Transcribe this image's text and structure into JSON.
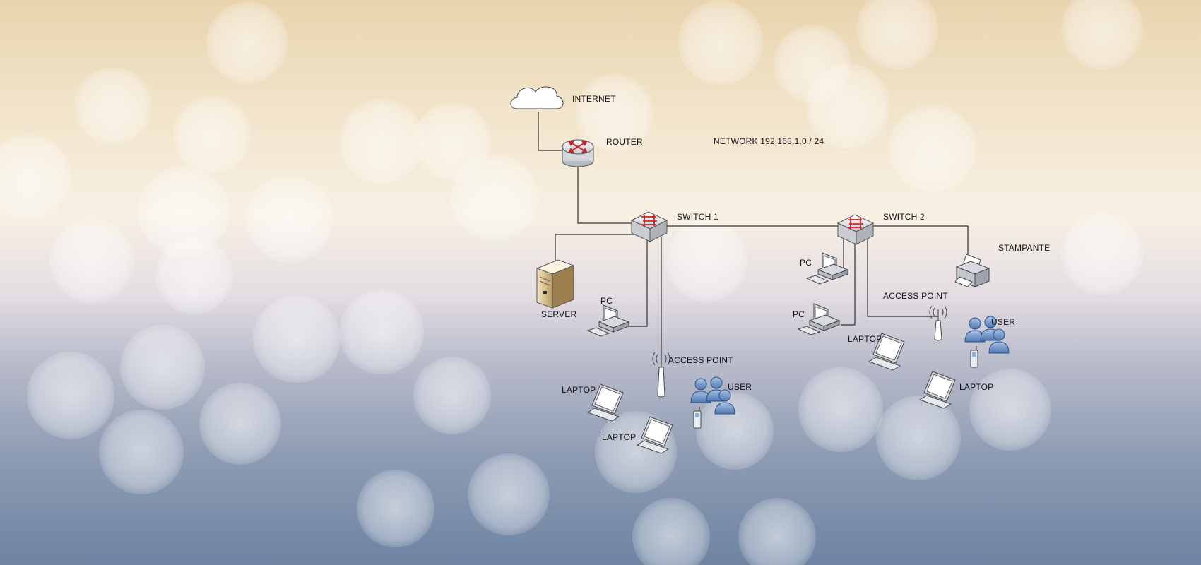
{
  "title": "NETWORK 192.168.1.0 / 24",
  "nodes": {
    "internet": "INTERNET",
    "router": "ROUTER",
    "switch1": "SWITCH 1",
    "switch2": "SWITCH 2",
    "server": "SERVER",
    "pc_s1": "PC",
    "ap_s1": "ACCESS POINT",
    "laptop_s1_a": "LAPTOP",
    "laptop_s1_b": "LAPTOP",
    "user_s1": "USER",
    "pc_s2_a": "PC",
    "pc_s2_b": "PC",
    "printer": "STAMPANTE",
    "ap_s2": "ACCESS POINT",
    "laptop_s2_a": "LAPTOP",
    "laptop_s2_b": "LAPTOP",
    "user_s2": "USER"
  },
  "icons": {
    "cloud": "cloud-icon",
    "router": "router-icon",
    "switch": "switch-icon",
    "server": "server-icon",
    "pc": "desktop-pc-icon",
    "laptop": "laptop-icon",
    "access_point": "wireless-access-point-icon",
    "users": "user-group-icon",
    "phone": "mobile-phone-icon",
    "printer": "printer-icon"
  },
  "colors": {
    "link": "#333333",
    "device_gray": "#cfd3d8",
    "device_red": "#cc2222",
    "user_blue": "#6e95c8"
  }
}
